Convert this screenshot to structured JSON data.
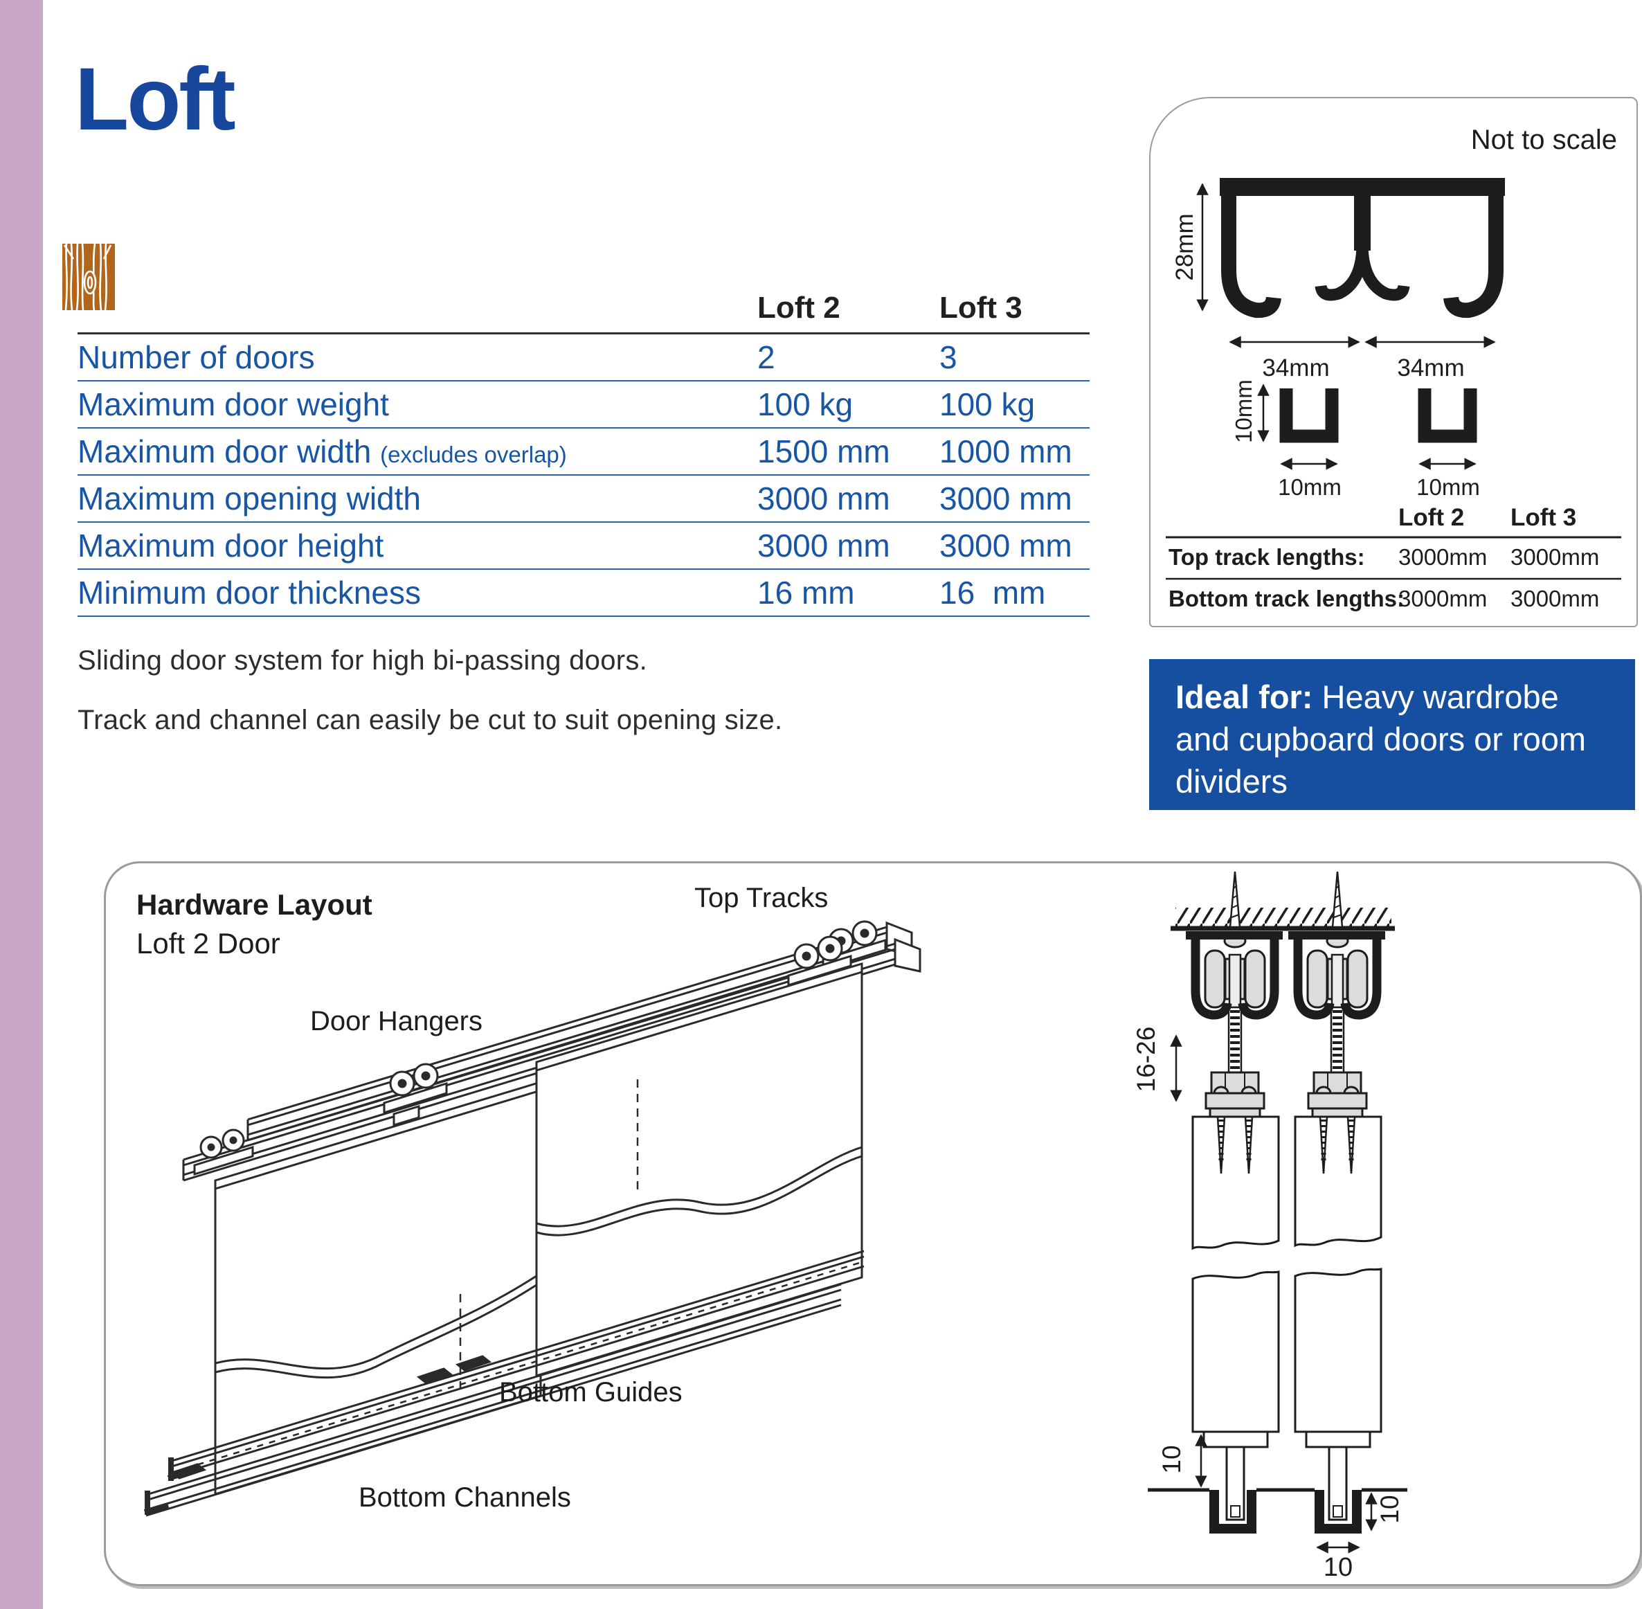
{
  "page": {
    "title": "Loft",
    "intro_line_1": "Sliding door system for high bi-passing doors.",
    "intro_line_2": "Track and channel can easily be cut to suit opening size."
  },
  "colors": {
    "title_blue": "#17479d",
    "table_blue": "#1856a5",
    "panel_blue": "#164f9f",
    "sidebar_pink": "#c9a6c6",
    "wood_brown": "#b2661c",
    "ink": "#231f20",
    "border_gray": "#9b9b9b"
  },
  "spec_table": {
    "col1": "Loft 2",
    "col2": "Loft 3",
    "rows": [
      {
        "label": "Number of doors",
        "note": "",
        "v1": "2",
        "v2": "3"
      },
      {
        "label": "Maximum door weight",
        "note": "",
        "v1": "100 kg",
        "v2": "100 kg"
      },
      {
        "label": "Maximum door width ",
        "note": "(excludes overlap)",
        "v1": "1500 mm",
        "v2": "1000 mm"
      },
      {
        "label": "Maximum opening width",
        "note": "",
        "v1": "3000 mm",
        "v2": "3000 mm"
      },
      {
        "label": "Maximum door height",
        "note": "",
        "v1": "3000 mm",
        "v2": "3000 mm"
      },
      {
        "label": "Minimum door thickness",
        "note": "",
        "v1": "16 mm",
        "v2": "16  mm"
      }
    ]
  },
  "profile_box": {
    "not_to_scale": "Not to scale",
    "top_track_height": "28mm",
    "top_track_width_left": "34mm",
    "top_track_width_right": "34mm",
    "channel_height": "10mm",
    "channel_width_left": "10mm",
    "channel_width_right": "10mm",
    "track_table": {
      "col1": "Loft 2",
      "col2": "Loft 3",
      "rows": [
        {
          "label": "Top track lengths:",
          "v1": "3000mm",
          "v2": "3000mm"
        },
        {
          "label": "Bottom track lengths:",
          "v1": "3000mm",
          "v2": "3000mm"
        }
      ]
    }
  },
  "ideal_for": {
    "lead": "Ideal for:",
    "rest": " Heavy wardrobe and cupboard doors or room dividers"
  },
  "hardware": {
    "title": "Hardware Layout",
    "subtitle": "Loft 2 Door",
    "label_top_tracks": "Top Tracks",
    "label_door_hangers": "Door Hangers",
    "label_bottom_guides": "Bottom Guides",
    "label_bottom_channels": "Bottom Channels",
    "dim_hanger": "16-26",
    "dim_floor_gap": "10",
    "dim_channel_depth": "10",
    "dim_channel_width": "10"
  }
}
